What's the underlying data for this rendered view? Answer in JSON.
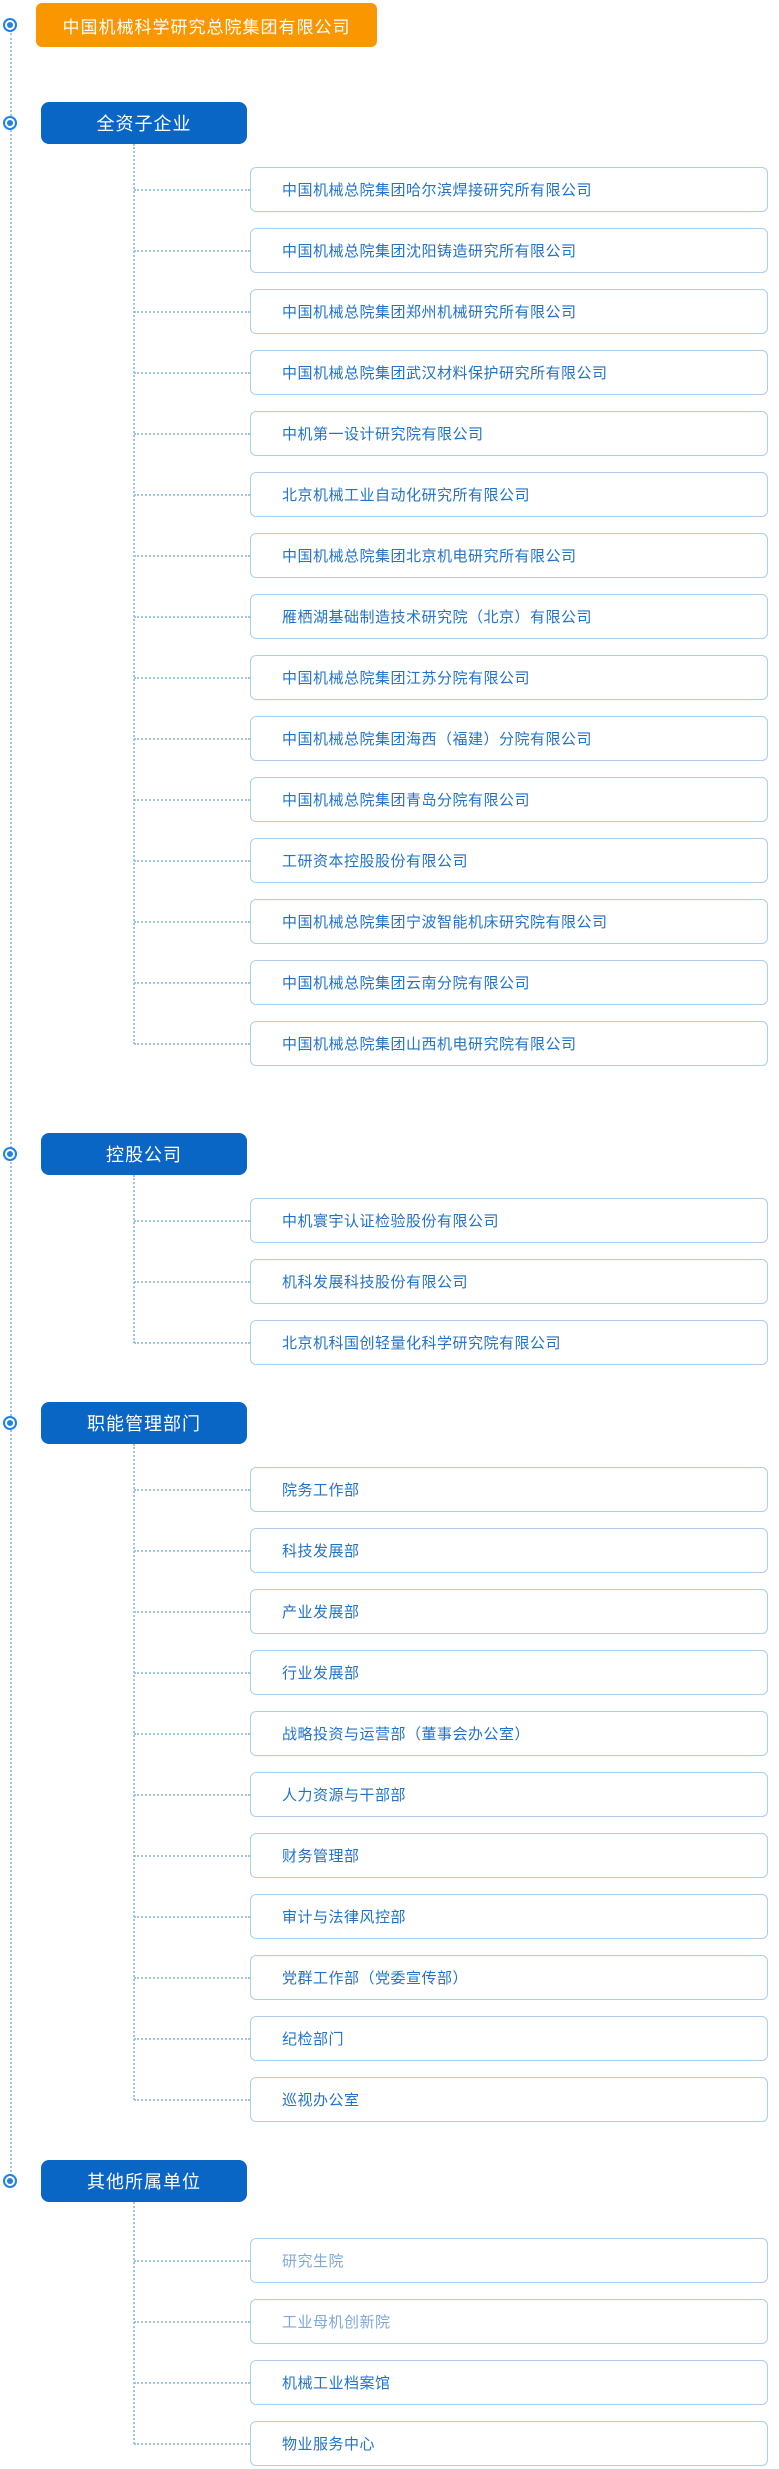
{
  "root": {
    "label": "中国机械科学研究总院集团有限公司"
  },
  "sections": [
    {
      "label": "全资子企业",
      "items": [
        {
          "label": "中国机械总院集团哈尔滨焊接研究所有限公司"
        },
        {
          "label": "中国机械总院集团沈阳铸造研究所有限公司"
        },
        {
          "label": "中国机械总院集团郑州机械研究所有限公司"
        },
        {
          "label": "中国机械总院集团武汉材料保护研究所有限公司"
        },
        {
          "label": "中机第一设计研究院有限公司"
        },
        {
          "label": "北京机械工业自动化研究所有限公司"
        },
        {
          "label": "中国机械总院集团北京机电研究所有限公司"
        },
        {
          "label": "雁栖湖基础制造技术研究院（北京）有限公司"
        },
        {
          "label": "中国机械总院集团江苏分院有限公司"
        },
        {
          "label": "中国机械总院集团海西（福建）分院有限公司"
        },
        {
          "label": "中国机械总院集团青岛分院有限公司"
        },
        {
          "label": "工研资本控股股份有限公司"
        },
        {
          "label": "中国机械总院集团宁波智能机床研究院有限公司"
        },
        {
          "label": "中国机械总院集团云南分院有限公司"
        },
        {
          "label": "中国机械总院集团山西机电研究院有限公司"
        }
      ]
    },
    {
      "label": "控股公司",
      "items": [
        {
          "label": "中机寰宇认证检验股份有限公司"
        },
        {
          "label": "机科发展科技股份有限公司"
        },
        {
          "label": "北京机科国创轻量化科学研究院有限公司"
        }
      ]
    },
    {
      "label": "职能管理部门",
      "items": [
        {
          "label": "院务工作部"
        },
        {
          "label": "科技发展部"
        },
        {
          "label": "产业发展部"
        },
        {
          "label": "行业发展部"
        },
        {
          "label": "战略投资与运营部（董事会办公室）"
        },
        {
          "label": "人力资源与干部部"
        },
        {
          "label": "财务管理部"
        },
        {
          "label": "审计与法律风控部"
        },
        {
          "label": "党群工作部（党委宣传部）"
        },
        {
          "label": "纪检部门"
        },
        {
          "label": "巡视办公室"
        }
      ]
    },
    {
      "label": "其他所属单位",
      "items": [
        {
          "label": "研究生院",
          "muted": true
        },
        {
          "label": "工业母机创新院",
          "muted": true
        },
        {
          "label": "机械工业档案馆"
        },
        {
          "label": "物业服务中心"
        }
      ]
    }
  ],
  "colors": {
    "root_bg": "#FA9600",
    "section_bg": "#0A66C4",
    "item_text": "#2273C8",
    "item_text_muted": "#7FA9D9",
    "item_border": "#ABCDEE",
    "connector": "#9EC5EC",
    "icon_blue": "#1E82E6",
    "node_text": "#FFFFFF"
  },
  "icons": {
    "bullet": "target-icon"
  }
}
